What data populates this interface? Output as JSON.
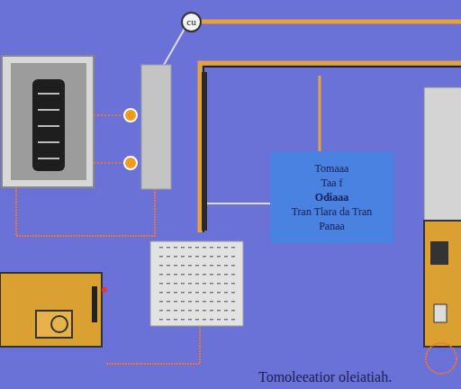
{
  "diagram": {
    "caption": "Tomoleeatior oleiatiah.",
    "nodes": [
      {
        "text": [
          "cu"
        ]
      },
      {
        "text": [
          "Tomaaa",
          "Taa f",
          "Odiaaa",
          "Tran Tlara da Tran",
          "Panaa"
        ]
      }
    ]
  }
}
